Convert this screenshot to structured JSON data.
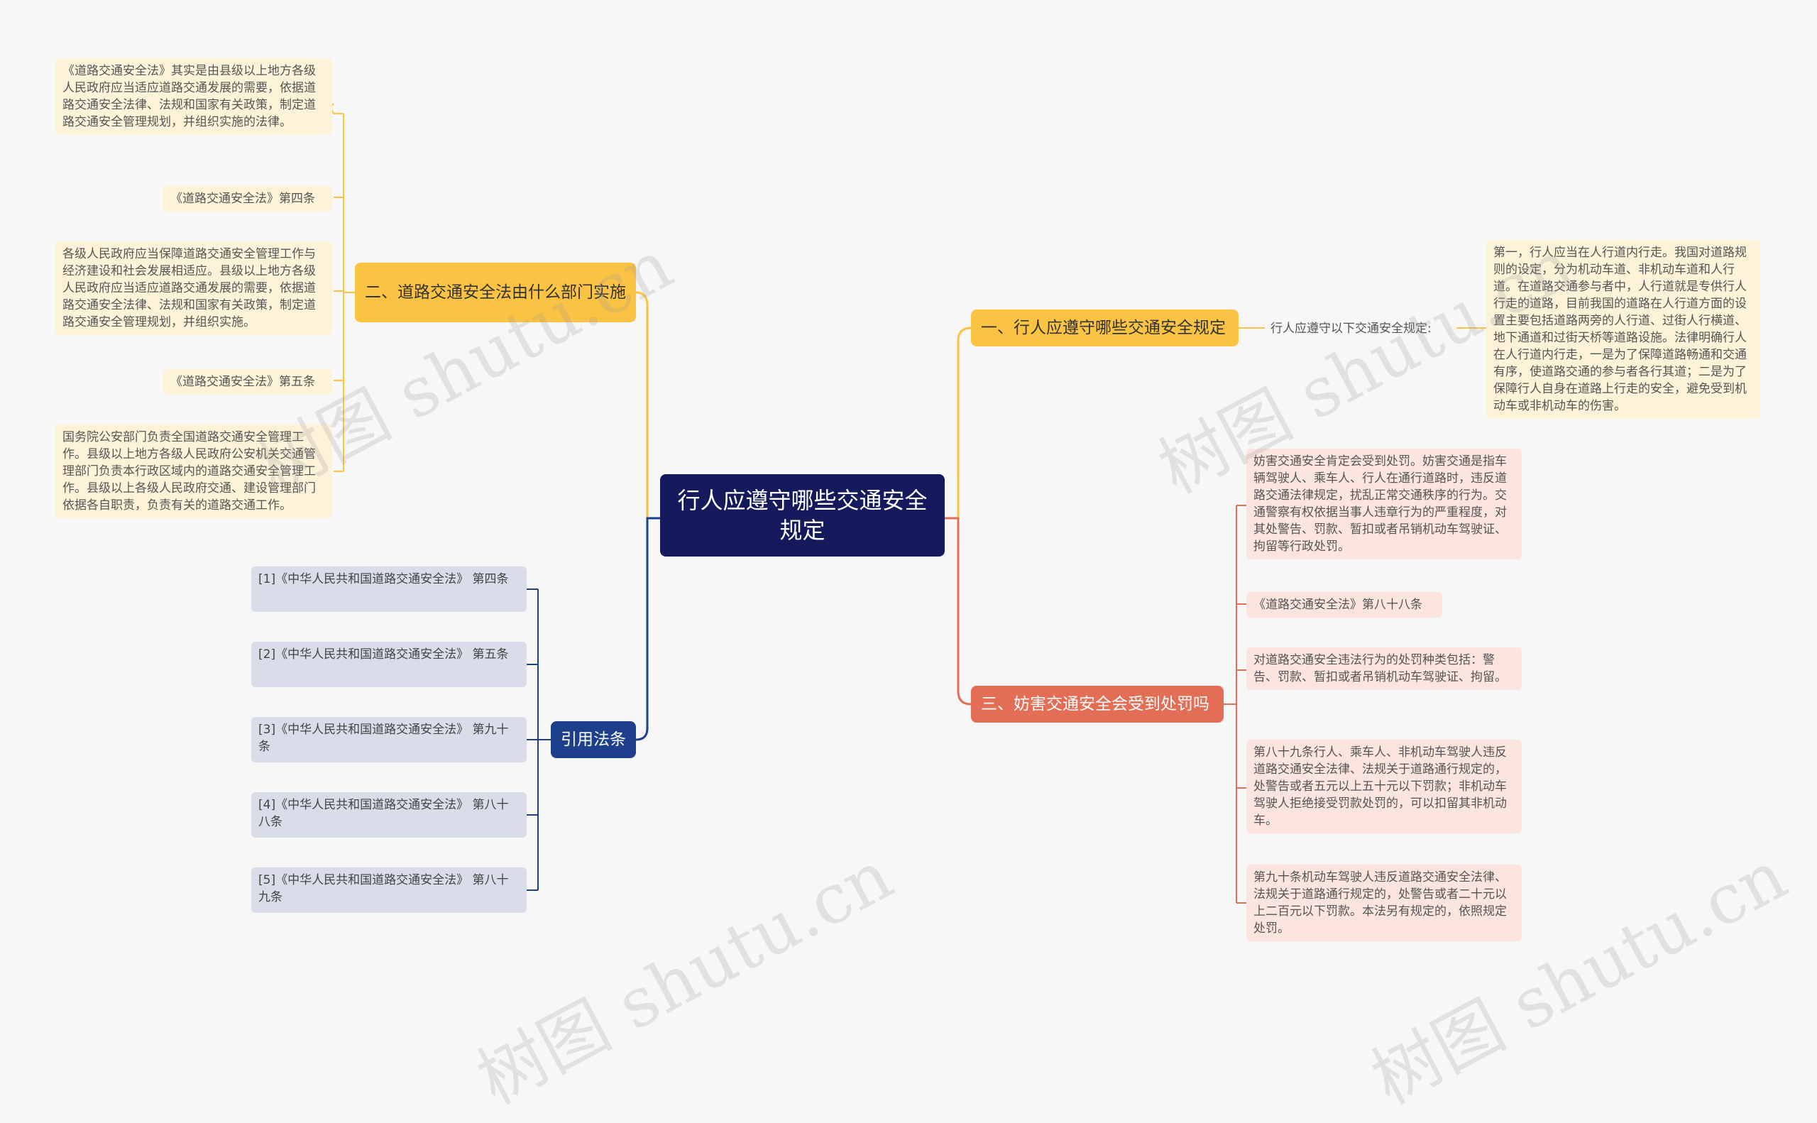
{
  "root": {
    "label": "行人应遵守哪些交通安全规定"
  },
  "branches": {
    "b1": {
      "label": "一、行人应遵守哪些交通安全规定",
      "sub_label": "行人应遵守以下交通安全规定:",
      "detail": "第一，行人应当在人行道内行走。我国对道路规则的设定，分为机动车道、非机动车道和人行道。在道路交通参与者中，人行道就是专供行人行走的道路，目前我国的道路在人行道方面的设置主要包括道路两旁的人行道、过街人行横道、地下通道和过街天桥等道路设施。法律明确行人在人行道内行走，一是为了保障道路畅通和交通有序，使道路交通的参与者各行其道；二是为了保障行人自身在道路上行走的安全，避免受到机动车或非机动车的伤害。"
    },
    "b2": {
      "label": "二、道路交通安全法由什么部门实施",
      "leaves": [
        "《道路交通安全法》其实是由县级以上地方各级人民政府应当适应道路交通发展的需要，依据道路交通安全法律、法规和国家有关政策，制定道路交通安全管理规划，并组织实施的法律。",
        "《道路交通安全法》第四条",
        "各级人民政府应当保障道路交通安全管理工作与经济建设和社会发展相适应。县级以上地方各级人民政府应当适应道路交通发展的需要，依据道路交通安全法律、法规和国家有关政策，制定道路交通安全管理规划，并组织实施。",
        "《道路交通安全法》第五条",
        "国务院公安部门负责全国道路交通安全管理工作。县级以上地方各级人民政府公安机关交通管理部门负责本行政区域内的道路交通安全管理工作。县级以上各级人民政府交通、建设管理部门依据各自职责，负责有关的道路交通工作。"
      ]
    },
    "b3": {
      "label": "三、妨害交通安全会受到处罚吗",
      "leaves": [
        "妨害交通安全肯定会受到处罚。妨害交通是指车辆驾驶人、乘车人、行人在通行道路时，违反道路交通法律规定，扰乱正常交通秩序的行为。交通警察有权依据当事人违章行为的严重程度，对其处警告、罚款、暂扣或者吊销机动车驾驶证、拘留等行政处罚。",
        "《道路交通安全法》第八十八条",
        "对道路交通安全违法行为的处罚种类包括：警告、罚款、暂扣或者吊销机动车驾驶证、拘留。",
        "第八十九条行人、乘车人、非机动车驾驶人违反道路交通安全法律、法规关于道路通行规定的，处警告或者五元以上五十元以下罚款；非机动车驾驶人拒绝接受罚款处罚的，可以扣留其非机动车。",
        "第九十条机动车驾驶人违反道路交通安全法律、法规关于道路通行规定的，处警告或者二十元以上二百元以下罚款。本法另有规定的，依照规定处罚。"
      ]
    },
    "b4": {
      "label": "引用法条",
      "leaves": [
        "[1]《中华人民共和国道路交通安全法》 第四条",
        "[2]《中华人民共和国道路交通安全法》 第五条",
        "[3]《中华人民共和国道路交通安全法》 第九十条",
        "[4]《中华人民共和国道路交通安全法》 第八十八条",
        "[5]《中华人民共和国道路交通安全法》 第八十九条"
      ]
    }
  },
  "watermark": {
    "text": "树图 shutu.cn"
  },
  "colors": {
    "root": "#141a5c",
    "yellow": "#fbc344",
    "red": "#e46e55",
    "blue": "#1e3f8c"
  }
}
